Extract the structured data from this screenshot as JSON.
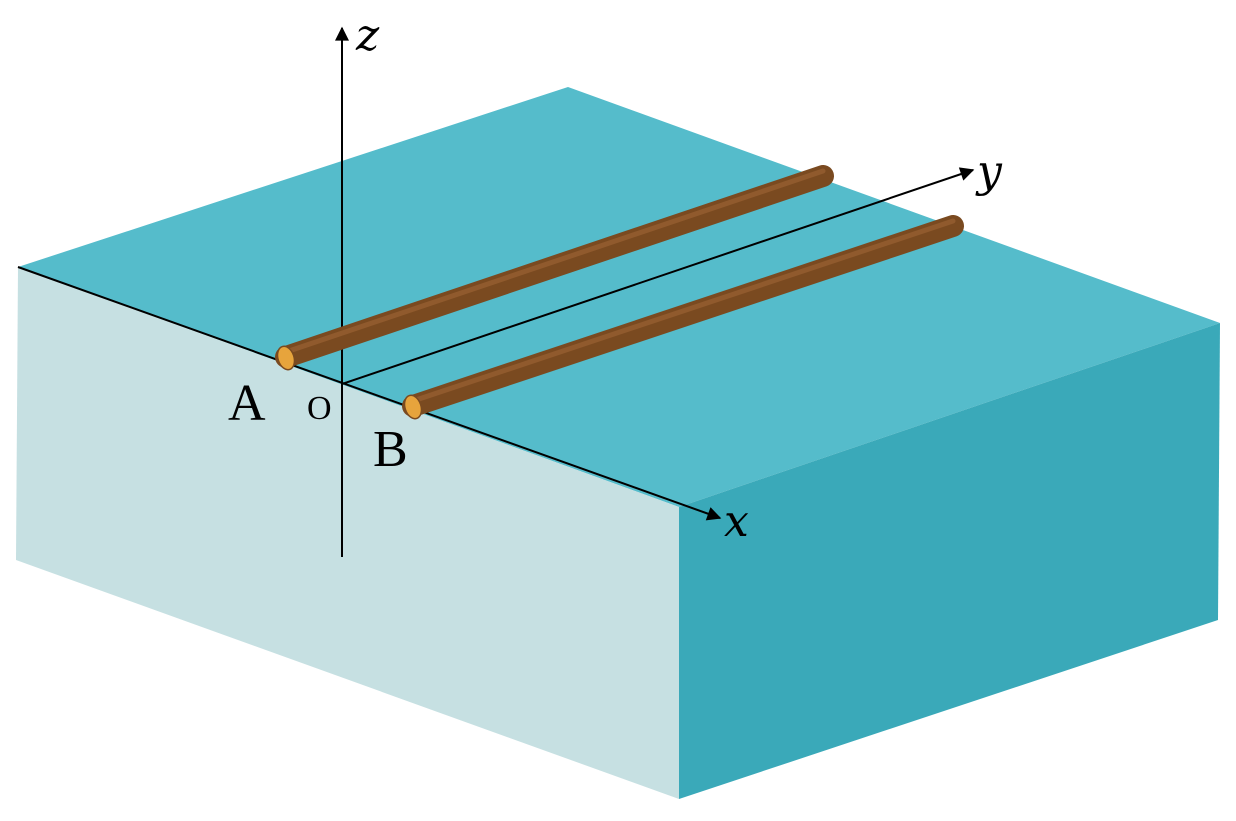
{
  "labels": {
    "axis_x": "x",
    "axis_y": "y",
    "axis_z": "z",
    "origin": "O",
    "point_a": "A",
    "point_b": "B"
  },
  "colors": {
    "top_face": "#55bccb",
    "front_face": "#c6e0e2",
    "right_face": "#3aa9b9",
    "rod_body": "#7a4a20",
    "rod_highlight": "#9a6233",
    "rod_end": "#e7a43c",
    "axis": "#000000"
  }
}
